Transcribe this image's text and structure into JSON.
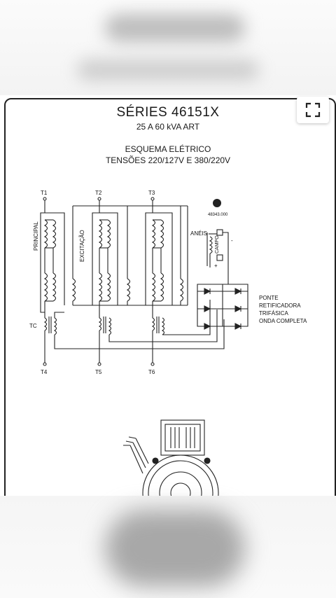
{
  "document": {
    "title": "SÉRIES 46151X",
    "subtitle": "25 A 60 kVA ART",
    "heading1": "ESQUEMA ELÉTRICO",
    "heading2": "TENSÕES 220/127V E 380/220V"
  },
  "terminals": {
    "t1": "T1",
    "t2": "T2",
    "t3": "T3",
    "t4": "T4",
    "t5": "T5",
    "t6": "T6"
  },
  "labels": {
    "principal": "PRINCIPAL",
    "excitacao": "EXCITAÇÃO",
    "tc": "TC",
    "part_number": "48343.000",
    "aneis": "ANÉIS",
    "campo": "CAMPO",
    "minus": "-",
    "plus": "+",
    "ponte1": "PONTE",
    "ponte2": "RETIFICADORA",
    "ponte3": "TRIFÁSICA",
    "ponte4": "ONDA COMPLETA"
  },
  "icons": {
    "expand": "expand-icon"
  }
}
